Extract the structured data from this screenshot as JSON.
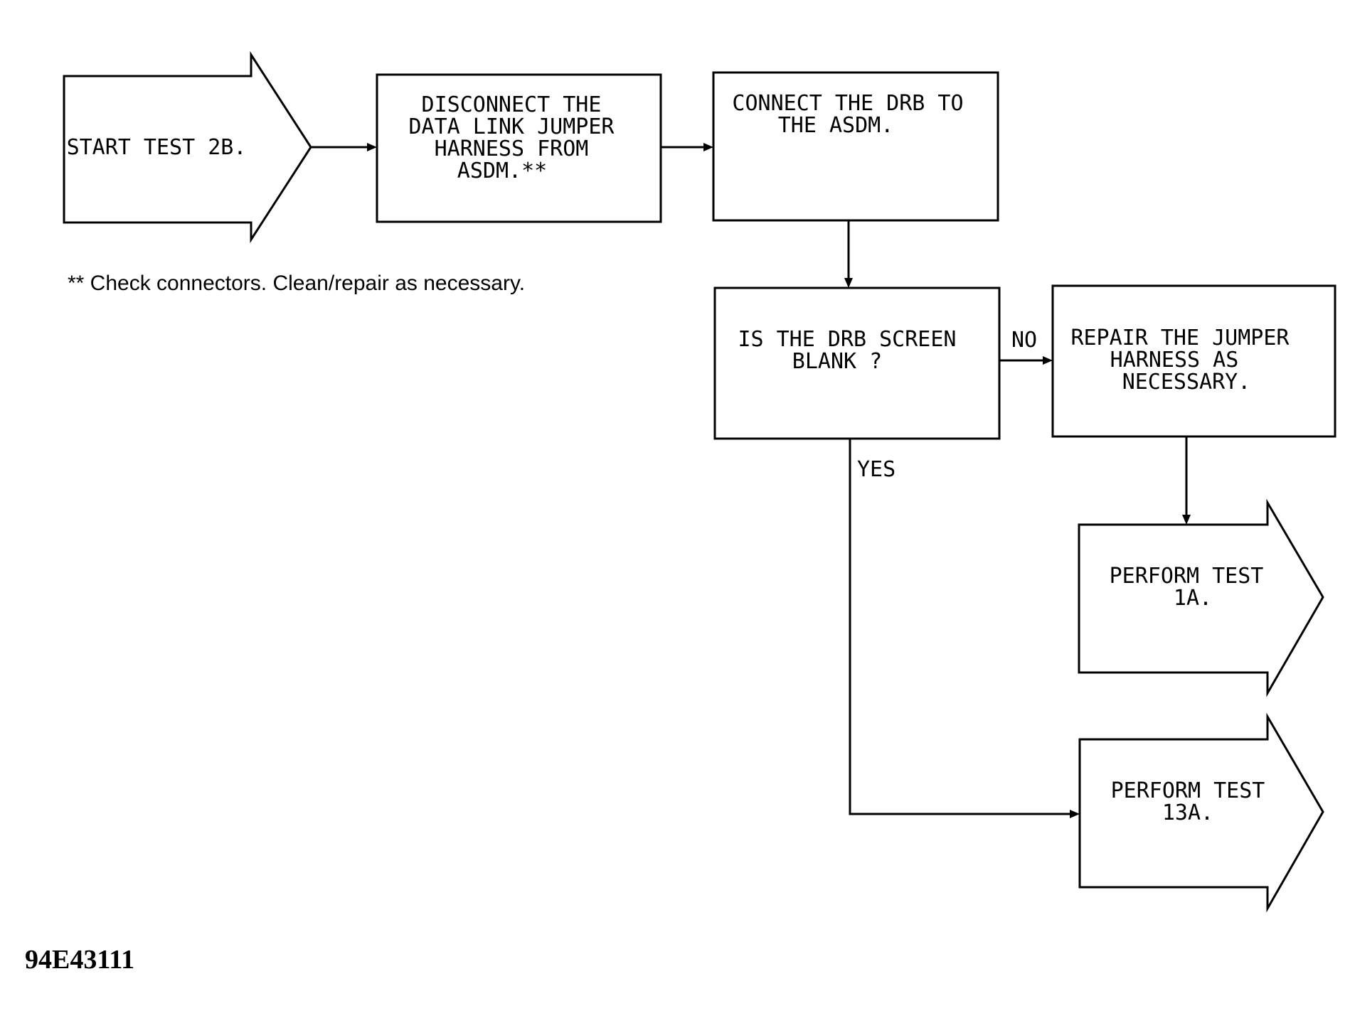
{
  "nodes": {
    "start": {
      "lines": [
        "START TEST 2B."
      ]
    },
    "disconnect": {
      "lines": [
        "DISCONNECT THE",
        "DATA LINK JUMPER",
        "HARNESS FROM",
        "ASDM.**"
      ]
    },
    "connect": {
      "lines": [
        "CONNECT THE DRB TO",
        "THE ASDM."
      ]
    },
    "question": {
      "lines": [
        "IS THE DRB SCREEN",
        "BLANK ?"
      ]
    },
    "repair": {
      "lines": [
        "REPAIR THE JUMPER",
        "HARNESS AS",
        "NECESSARY."
      ]
    },
    "test1a": {
      "lines": [
        "PERFORM TEST",
        "1A."
      ]
    },
    "test13a": {
      "lines": [
        "PERFORM TEST",
        "13A."
      ]
    }
  },
  "edges": {
    "no_label": "NO",
    "yes_label": "YES"
  },
  "footnote": "** Check connectors. Clean/repair as necessary.",
  "figure_id": "94E43111"
}
